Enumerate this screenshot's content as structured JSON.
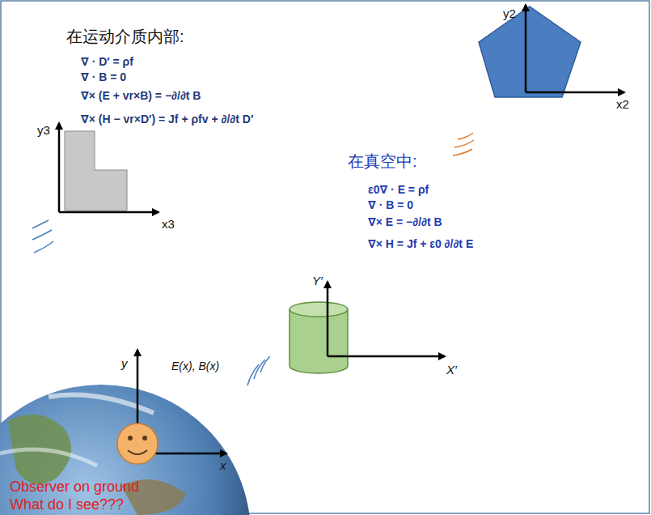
{
  "diagram": {
    "labels": [
      "在运动介质内部:",
      "∇ · D′ = ρf",
      "∇ · B = 0",
      "∇× (E + vr×B) = −∂/∂t B",
      "∇× (H − vr×D′) = Jf + ρfv + ∂/∂t D′",
      "y2",
      "x2",
      "y3",
      "x3",
      "在真空中:",
      "ε0∇ · E = ρf",
      "∇ · B = 0",
      "∇× E = −∂/∂t B",
      "∇× H = Jf + ε0 ∂/∂t E",
      "Y′",
      "X′",
      "y",
      "E(x), B(x)",
      "x",
      "Observer on ground",
      "What do I see???"
    ]
  }
}
